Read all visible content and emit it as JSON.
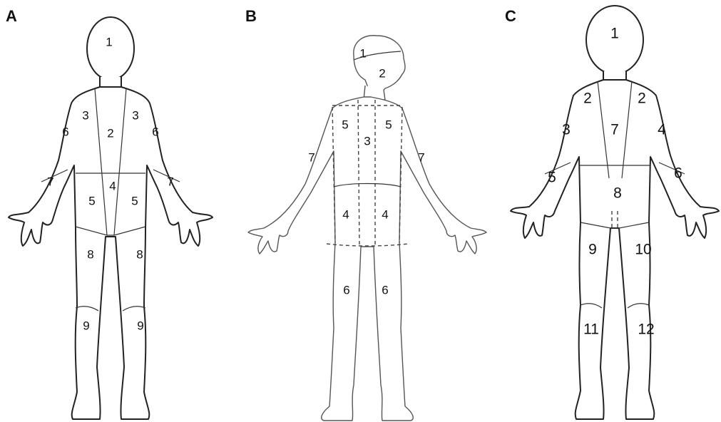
{
  "panels": [
    {
      "letter": "A",
      "regions": [
        "1",
        "3",
        "3",
        "2",
        "6",
        "6",
        "7",
        "7",
        "4",
        "5",
        "5",
        "8",
        "8",
        "9",
        "9"
      ]
    },
    {
      "letter": "B",
      "regions": [
        "1",
        "2",
        "5",
        "5",
        "3",
        "7",
        "7",
        "4",
        "4",
        "6",
        "6"
      ]
    },
    {
      "letter": "C",
      "regions": [
        "1",
        "2",
        "2",
        "7",
        "3",
        "4",
        "5",
        "6",
        "8",
        "9",
        "10",
        "11",
        "12"
      ]
    }
  ]
}
